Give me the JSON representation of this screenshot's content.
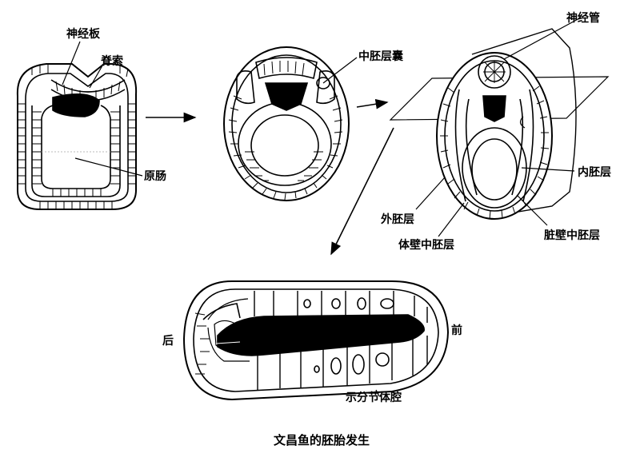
{
  "labels": {
    "neural_plate": "神经板",
    "notochord": "脊索",
    "archenteron": "原肠",
    "mesoderm_pouch": "中胚层囊",
    "neural_tube": "神经管",
    "endoderm": "内胚层",
    "ectoderm": "外胚层",
    "somatic_mesoderm": "体壁中胚层",
    "splanchnic_mesoderm": "脏壁中胚层",
    "posterior": "后",
    "anterior": "前",
    "segmented_coelom": "示分节体腔"
  },
  "caption": "文昌鱼的胚胎发生"
}
